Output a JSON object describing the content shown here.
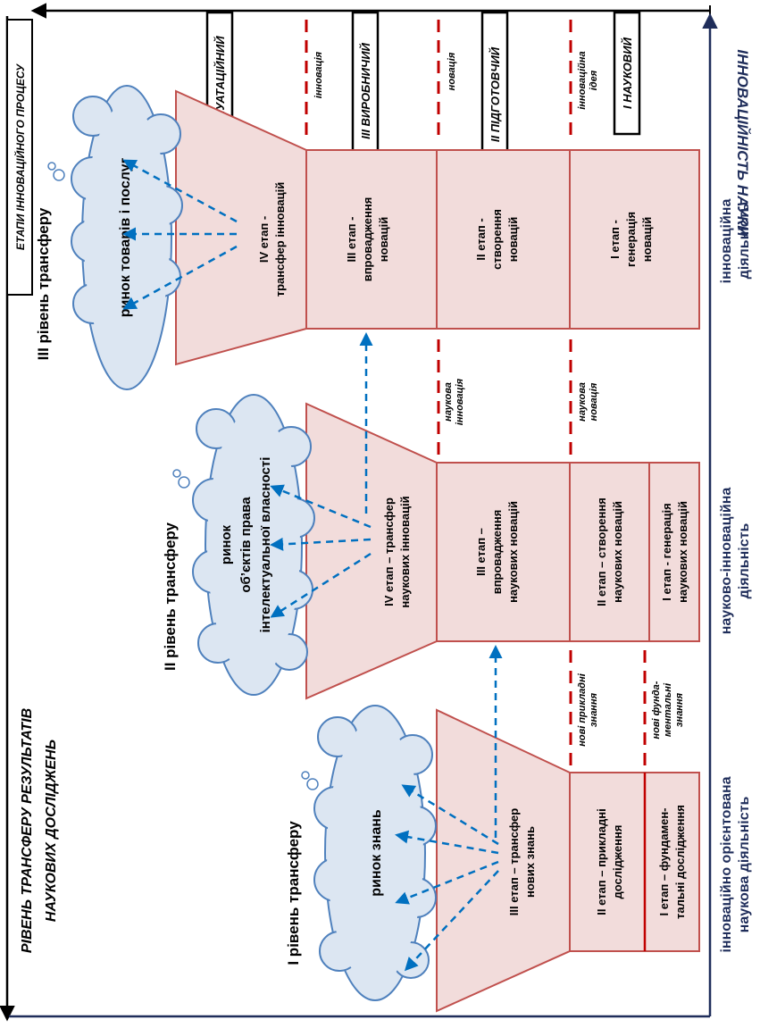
{
  "top_axis": {
    "title": "ІННОВАЦІЙНІСТЬ НАУКИ",
    "process_title": "ЕТАПИ ІННОВАЦІЙНОГО ПРОЦЕСУ",
    "stages": [
      "I НАУКОВИЙ",
      "II ПІДГОТОВЧИЙ",
      "III ВИРОБНИЧИЙ",
      "IV ЕКСПЛУАТАЦІЙНИЙ"
    ],
    "outcomes": [
      [
        "інноваційна",
        "ідея"
      ],
      [
        "новація"
      ],
      [
        "інновація"
      ]
    ]
  },
  "left_axis": {
    "title_line1": "РІВЕНЬ ТРАНСФЕРУ РЕЗУЛЬТАТІВ",
    "title_line2": "НАУКОВИХ ДОСЛІДЖЕНЬ"
  },
  "levels": [
    {
      "title": "І рівень трансферу",
      "activity": [
        "інноваційно орієнтована",
        "наукова діяльність"
      ],
      "market": [
        "ринок знань"
      ],
      "transfer": [
        "ІІІ етап – трансфер",
        "нових знань"
      ],
      "stages": [
        [
          "ІІ етап – прикладні",
          "дослідження"
        ],
        [
          "І етап – фундамен-",
          "тальні дослідження"
        ]
      ],
      "outcomes": [
        [
          "нові прикладні",
          "знання"
        ],
        [
          "нові фунда-",
          "ментальні",
          "знання"
        ]
      ]
    },
    {
      "title": "ІІ рівень трансферу",
      "activity": [
        "науково-інноваційна",
        "діяльність"
      ],
      "market": [
        "ринок",
        "об’єктів права",
        "інтелектуальної власності"
      ],
      "transfer": [
        "IV етап – трансфер",
        "наукових інновацій"
      ],
      "stages": [
        [
          "ІІІ етап –",
          "впровадження",
          "наукових новацій"
        ],
        [
          "ІІ етап – створення",
          "наукових новацій"
        ],
        [
          "І етап - генерація",
          "наукових новацій"
        ]
      ],
      "outcomes": [
        [
          "наукова",
          "інновація"
        ],
        [
          "наукова",
          "новація"
        ]
      ]
    },
    {
      "title": "ІІІ рівень трансферу",
      "activity": [
        "інноваційна",
        "діяльність"
      ],
      "market": [
        "ринок товарів і послуг"
      ],
      "transfer": [
        "IV етап -",
        "трансфер інновацій"
      ],
      "stages": [
        [
          "ІІІ етап -",
          "впровадження",
          "новацій"
        ],
        [
          "ІІ етап -",
          "створення",
          "новацій"
        ],
        [
          "І етап -",
          "генерація",
          "новацій"
        ]
      ]
    }
  ],
  "colors": {
    "box_fill": "#f2dcdb",
    "box_stroke": "#c0504d",
    "cloud_fill": "#dce6f2",
    "cloud_stroke": "#4f81bd",
    "arrow": "#0070c0",
    "dash_red": "#c00000",
    "axis_dark": "#1f2d5a"
  }
}
